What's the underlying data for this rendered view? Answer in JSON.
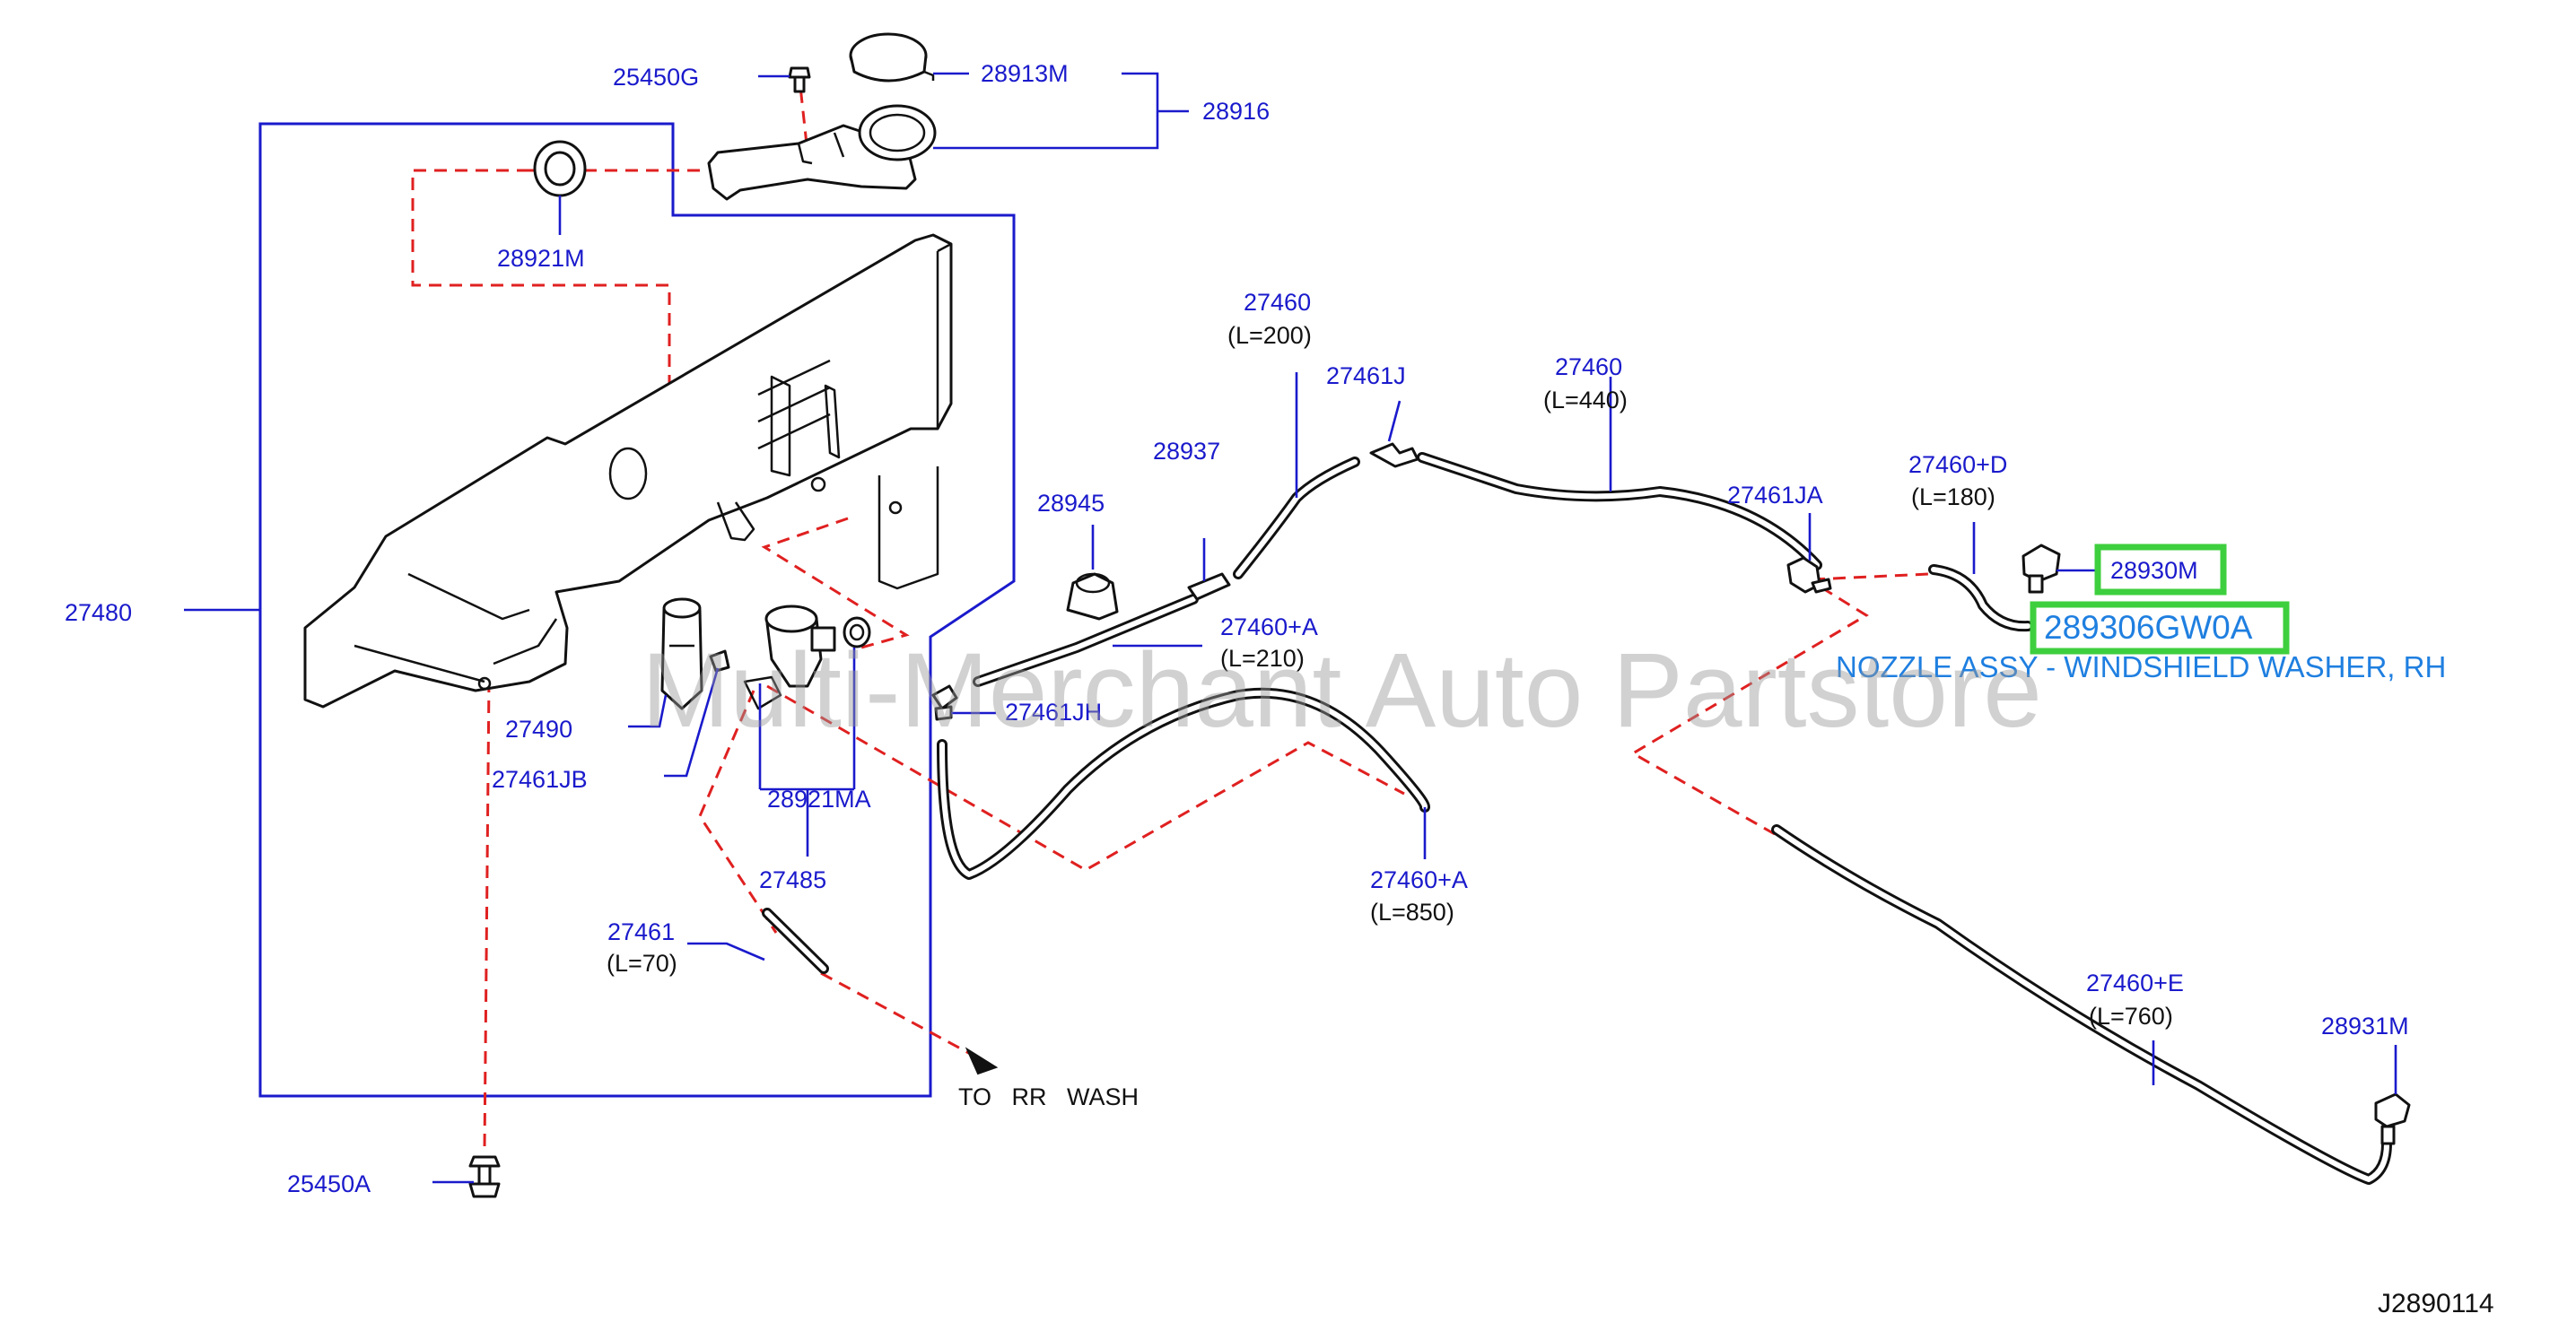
{
  "labels": {
    "p25450G": "25450G",
    "p28913M": "28913M",
    "p28916": "28916",
    "p28921M": "28921M",
    "p27480": "27480",
    "p27490": "27490",
    "p27461JB": "27461JB",
    "p28921MA": "28921MA",
    "p27485": "27485",
    "p27461": "27461",
    "p27461_len": "(L=70)",
    "p25450A": "25450A",
    "p28945": "28945",
    "p28937": "28937",
    "p27460_a": "27460",
    "p27460_a_len": "(L=200)",
    "p27461J": "27461J",
    "p27460_b": "27460",
    "p27460_b_len": "(L=440)",
    "p27461JA": "27461JA",
    "p27460D": "27460+D",
    "p27460D_len": "(L=180)",
    "p28930M": "28930M",
    "p289306GW0A": "289306GW0A",
    "nozzle_desc": "NOZZLE ASSY - WINDSHIELD WASHER, RH",
    "p27460A_1": "27460+A",
    "p27460A_1_len": "(L=210)",
    "p27461JH": "27461JH",
    "p27460A_2": "27460+A",
    "p27460A_2_len": "(L=850)",
    "p27460E": "27460+E",
    "p27460E_len": "(L=760)",
    "p28931M": "28931M",
    "to_rr_wash": "TO   RR   WASH",
    "diagram_ref": "J2890114"
  },
  "watermark": "Multi-Merchant Auto Partstore",
  "colors": {
    "label": "#1a1acc",
    "leader": "#1a1acc",
    "dashed_guide": "#e02020",
    "highlight_box": "#3ecf3e",
    "highlight_text": "#1f7fe0",
    "parts": "#111111"
  },
  "highlighted_parts": [
    "28930M",
    "289306GW0A"
  ]
}
